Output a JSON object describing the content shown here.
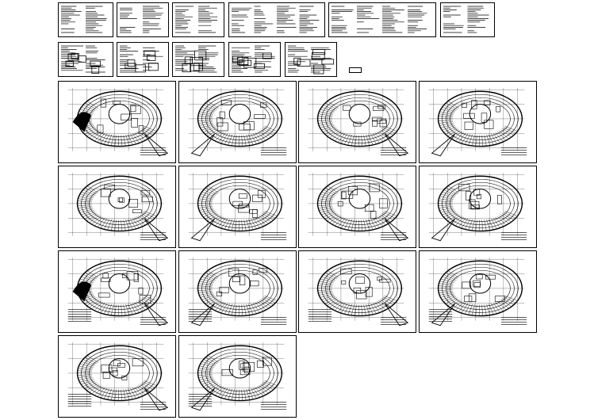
{
  "canvas": {
    "background": "#ffffff",
    "line_color": "#000000"
  },
  "index_sheets": [
    {
      "name": "sheet-index-1"
    },
    {
      "name": "sheet-index-2"
    },
    {
      "name": "sheet-index-3"
    },
    {
      "name": "sheet-index-4"
    },
    {
      "name": "sheet-index-5"
    },
    {
      "name": "sheet-index-6"
    },
    {
      "name": "sheet-index-7"
    },
    {
      "name": "sheet-index-8"
    },
    {
      "name": "sheet-index-9"
    },
    {
      "name": "sheet-index-10"
    },
    {
      "name": "sheet-index-11"
    }
  ],
  "plan_sheets": [
    {
      "name": "plan-1"
    },
    {
      "name": "plan-2"
    },
    {
      "name": "plan-3"
    },
    {
      "name": "plan-4"
    },
    {
      "name": "plan-5"
    },
    {
      "name": "plan-6"
    },
    {
      "name": "plan-7"
    },
    {
      "name": "plan-8"
    },
    {
      "name": "plan-9"
    },
    {
      "name": "plan-10"
    },
    {
      "name": "plan-11"
    },
    {
      "name": "plan-12"
    },
    {
      "name": "plan-13"
    },
    {
      "name": "plan-14"
    }
  ]
}
